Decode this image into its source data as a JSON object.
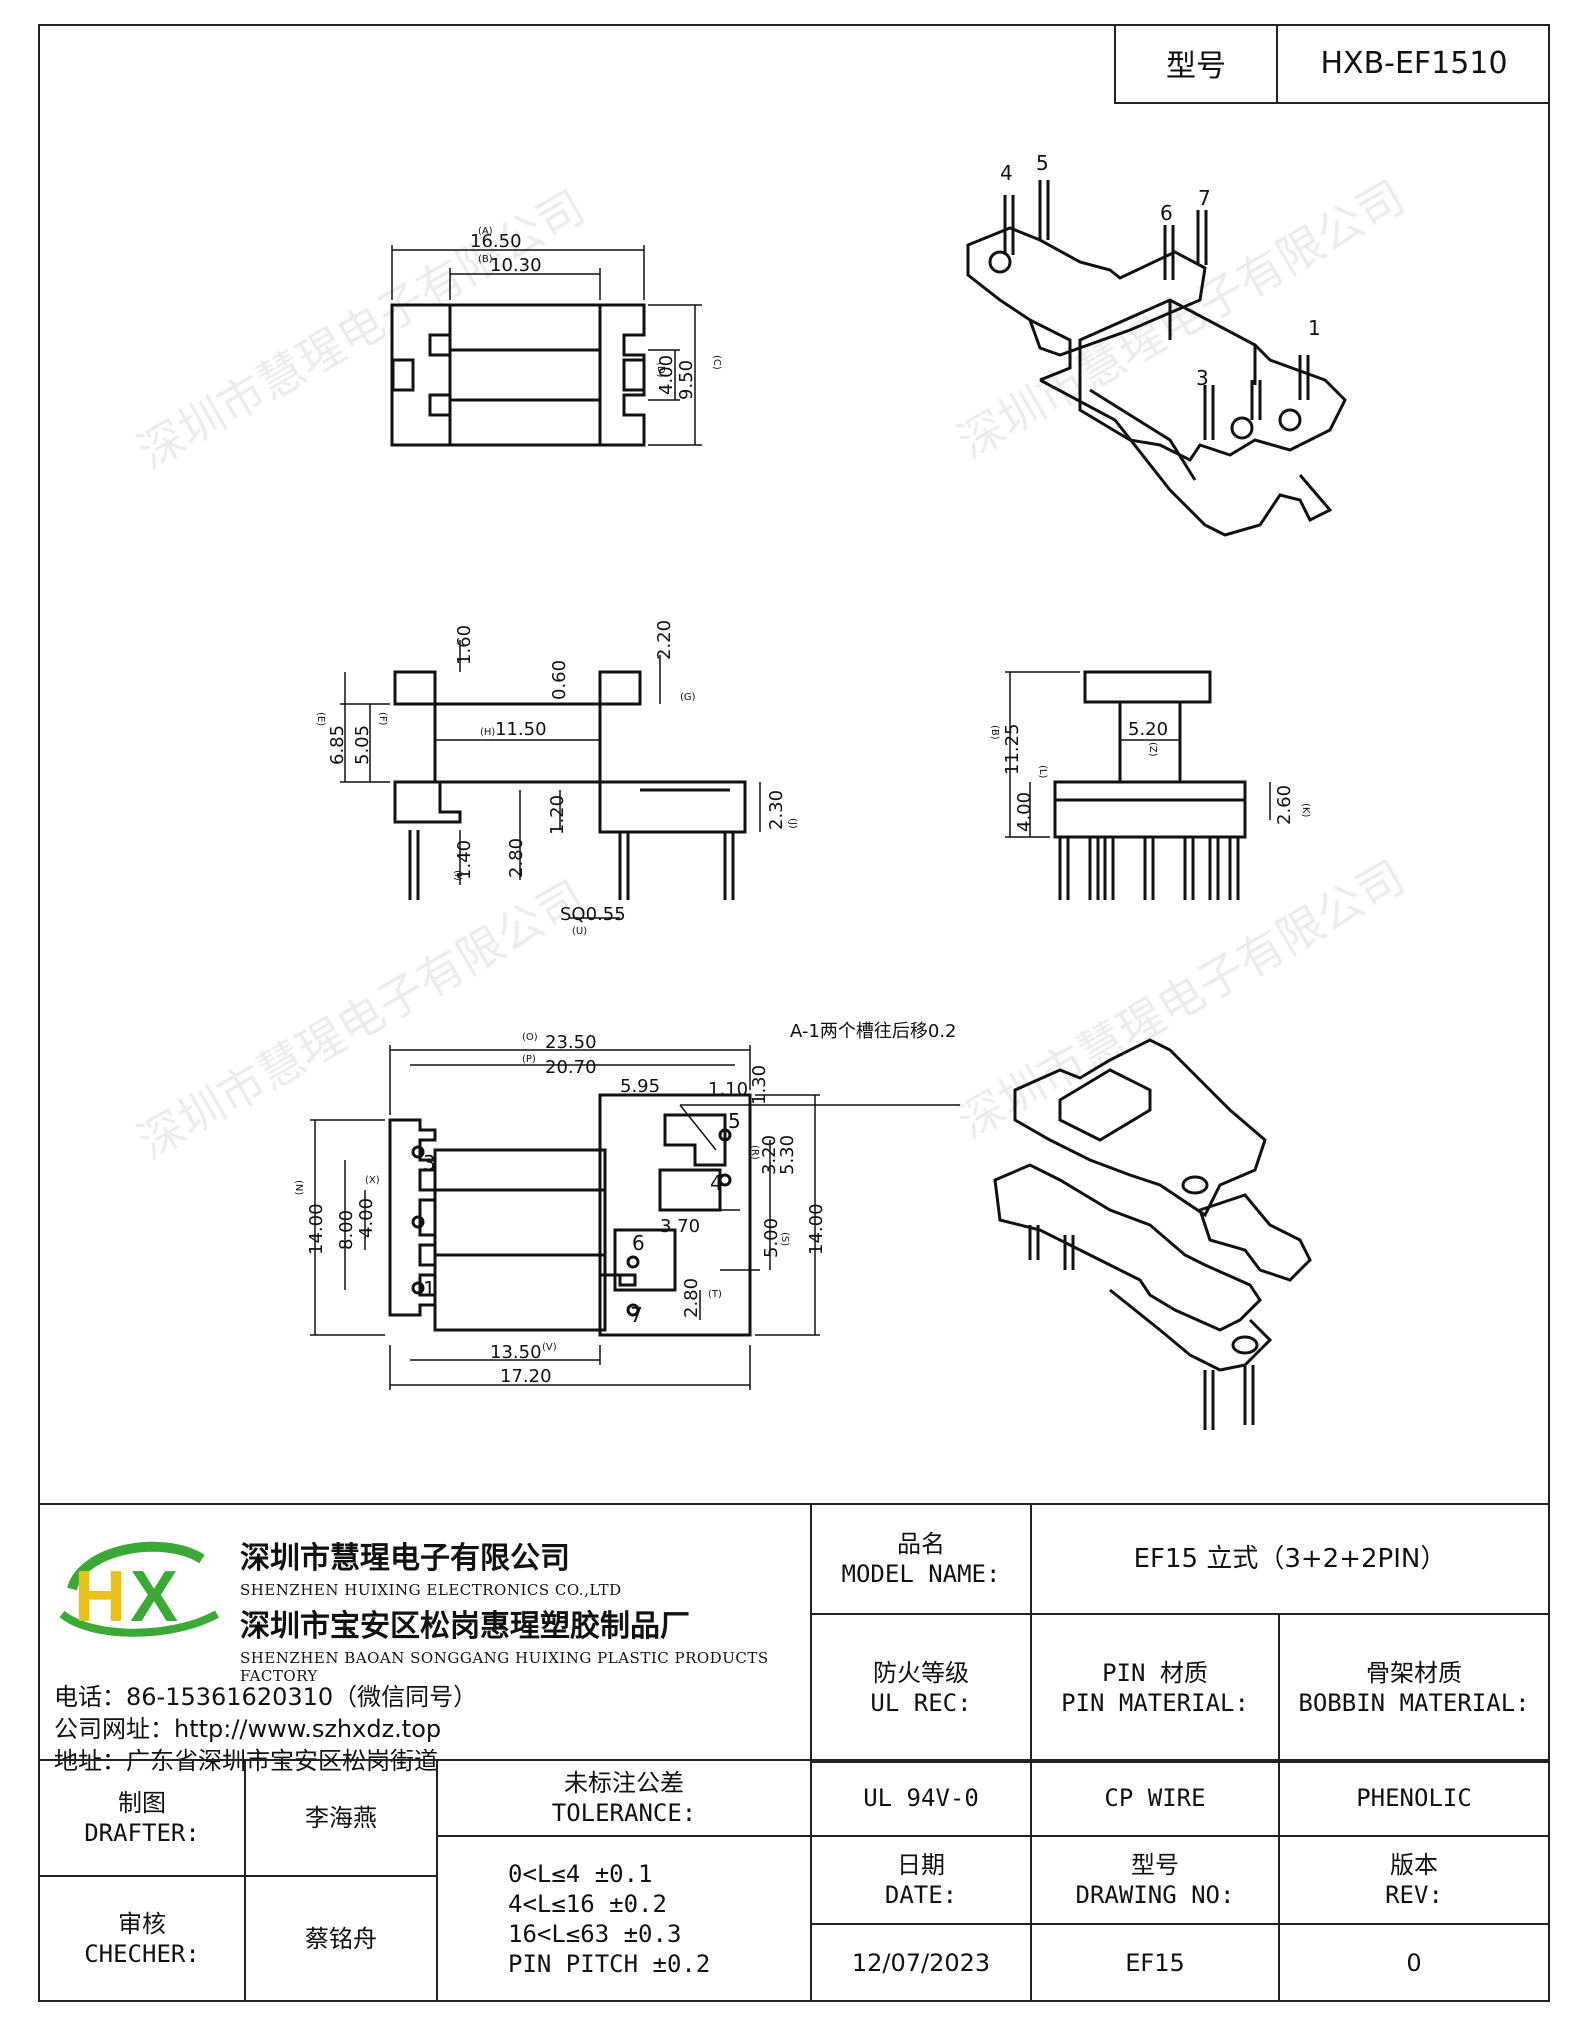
{
  "header": {
    "model_label": "型号",
    "model_value": "HXB-EF1510"
  },
  "watermark": "深圳市慧瑆电子有限公司",
  "top_view": {
    "dim_a": "16.50",
    "dim_a_tag": "(A)",
    "dim_b": "10.30",
    "dim_b_tag": "(B)",
    "dim_c": "4.00",
    "dim_c_tag": "(D)",
    "dim_d": "9.50",
    "dim_d_tag": "(C)"
  },
  "side_view_left": {
    "d1": "1.60",
    "d2": "0.60",
    "d3": "2.20",
    "d3_tag": "(G)",
    "d4": "11.50",
    "d4_tag": "(H)",
    "d5": "6.85",
    "d5_tag": "(E)",
    "d6": "5.05",
    "d6_tag": "(F)",
    "d7": "1.20",
    "d8": "2.30",
    "d8_tag": "(J)",
    "d9": "1.40",
    "d9_tag": "(I)",
    "d10": "2.80",
    "d11": "SQ0.55",
    "d11_tag": "(U)"
  },
  "side_view_right": {
    "d1": "5.20",
    "d1_tag": "(Z)",
    "d2": "11.25",
    "d2_tag": "(B)",
    "d3": "4.00",
    "d3_tag": "(L)",
    "d4": "2.60",
    "d4_tag": "(K)"
  },
  "bottom_view": {
    "d1": "23.50",
    "d1_tag": "(O)",
    "d2": "20.70",
    "d2_tag": "(P)",
    "note": "A-1两个槽往后移0.2",
    "d3": "5.95",
    "d4": "1.10",
    "d5": "1.30",
    "d6": "3.20",
    "d6_tag": "(R)",
    "d7": "5.30",
    "d8": "3.70",
    "d9": "5.00",
    "d9_tag": "(S)",
    "d10": "2.80",
    "d10_tag": "(T)",
    "d11": "14.00",
    "d11_tag": "(N)",
    "d12": "8.00",
    "d13": "4.00",
    "d13_tag": "(X)",
    "d14": "13.50",
    "d14_tag": "(V)",
    "d15": "17.20",
    "d16": "14.00"
  },
  "pins": {
    "p1": "1",
    "p3": "3",
    "p4": "4",
    "p5": "5",
    "p6": "6",
    "p7": "7"
  },
  "company": {
    "name_cn": "深圳市慧瑆电子有限公司",
    "name_en": "SHENZHEN HUIXING ELECTRONICS CO.,LTD",
    "factory_cn": "深圳市宝安区松岗惠瑆塑胶制品厂",
    "factory_en": "SHENZHEN BAOAN SONGGANG HUIXING PLASTIC PRODUCTS FACTORY",
    "tel": "电话：86-15361620310（微信同号）",
    "web": "公司网址：http://www.szhxdz.top",
    "addr": "地址：广东省深圳市宝安区松岗街道"
  },
  "logo": {
    "text_h": "H",
    "text_x": "X",
    "green": "#3aa935",
    "yellow": "#e8c21a"
  },
  "title_block": {
    "model_name_cn": "品名",
    "model_name_en": "MODEL NAME:",
    "model_name_value": "EF15 立式（3+2+2PIN）",
    "ul_cn": "防火等级",
    "ul_en": "UL REC:",
    "pin_mat_cn": "PIN 材质",
    "pin_mat_en": "PIN MATERIAL:",
    "bob_mat_cn": "骨架材质",
    "bob_mat_en": "BOBBIN MATERIAL:",
    "ul_value": "UL 94V-0",
    "pin_value": "CP WIRE",
    "bob_value": "PHENOLIC",
    "drafter_cn": "制图",
    "drafter_en": "DRAFTER:",
    "drafter_name": "李海燕",
    "checker_cn": "审核",
    "checker_en": "CHECHER:",
    "checker_name": "蔡铭舟",
    "tol_cn": "未标注公差",
    "tol_en": "TOLERANCE:",
    "tol_1": "0<L≤4  ±0.1",
    "tol_2": "4<L≤16 ±0.2",
    "tol_3": "16<L≤63 ±0.3",
    "tol_4": "PIN PITCH ±0.2",
    "date_cn": "日期",
    "date_en": "DATE:",
    "dwg_cn": "型号",
    "dwg_en": "DRAWING NO:",
    "rev_cn": "版本",
    "rev_en": "REV:",
    "date_value": "12/07/2023",
    "dwg_value": "EF15",
    "rev_value": "0"
  }
}
